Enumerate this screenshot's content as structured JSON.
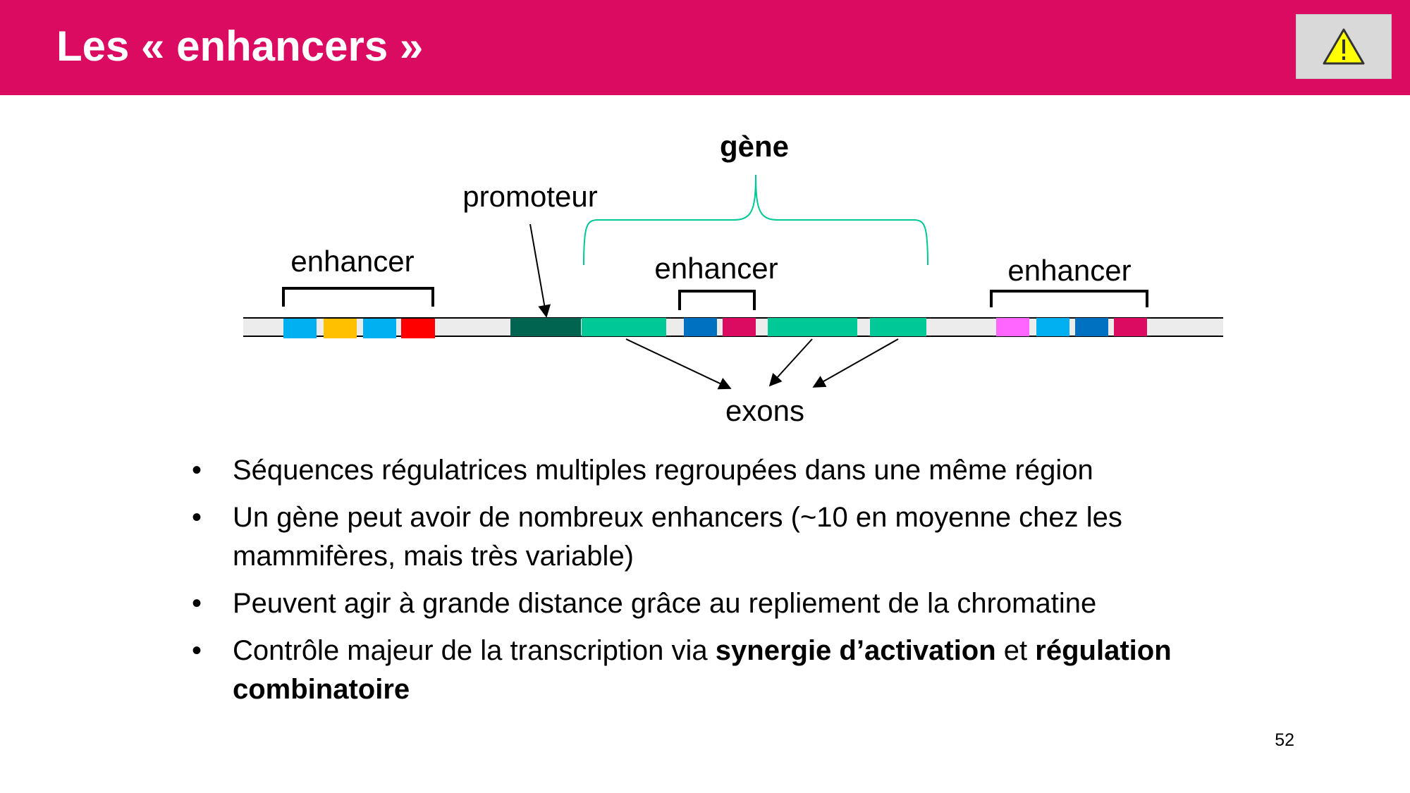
{
  "slide": {
    "title": "Les « enhancers »",
    "page_number": "52",
    "warning_icon": "warning-triangle-icon"
  },
  "diagram": {
    "gene_label": "gène",
    "promoter_label": "promoteur",
    "enhancer_left_label": "enhancer",
    "enhancer_middle_label": "enhancer",
    "enhancer_right_label": "enhancer",
    "exons_label": "exons",
    "colors": {
      "light_blue": "#00b0f0",
      "orange": "#ffc000",
      "red": "#ff0000",
      "dark_green": "#006450",
      "green": "#00c896",
      "blue": "#0070c0",
      "magenta": "#db0b62",
      "pink": "#ff66ff",
      "bracket_green": "#00c896"
    }
  },
  "bullets": {
    "b1": "Séquences régulatrices multiples regroupées dans une même région",
    "b2": "Un gène peut avoir de nombreux enhancers (~10 en moyenne chez les mammifères, mais très variable)",
    "b3": "Peuvent agir à grande distance grâce au repliement de la chromatine",
    "b4_pre": "Contrôle majeur de la transcription via ",
    "b4_bold1": "synergie d’activation",
    "b4_mid": " et ",
    "b4_bold2": "régulation combinatoire"
  }
}
